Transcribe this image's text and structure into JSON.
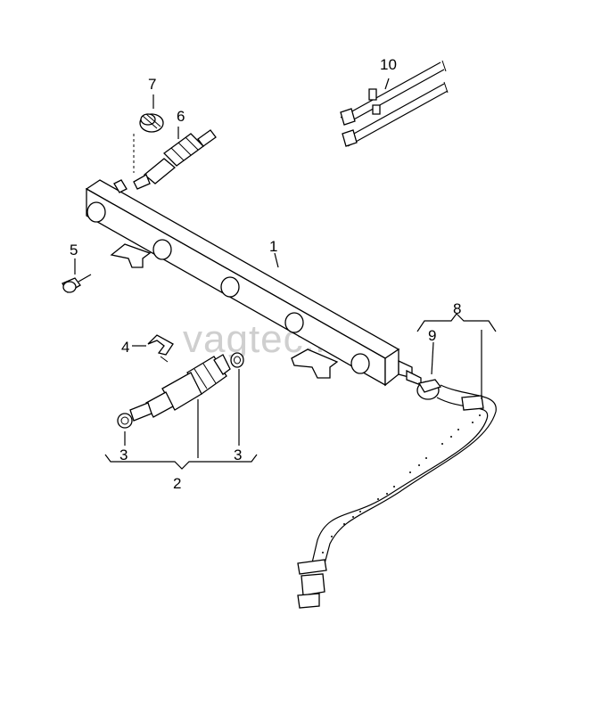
{
  "watermark": "vagtec.ru",
  "callouts": {
    "c1": "1",
    "c2": "2",
    "c3a": "3",
    "c3b": "3",
    "c4": "4",
    "c5": "5",
    "c6": "6",
    "c7": "7",
    "c8": "8",
    "c9": "9",
    "c10": "10"
  }
}
